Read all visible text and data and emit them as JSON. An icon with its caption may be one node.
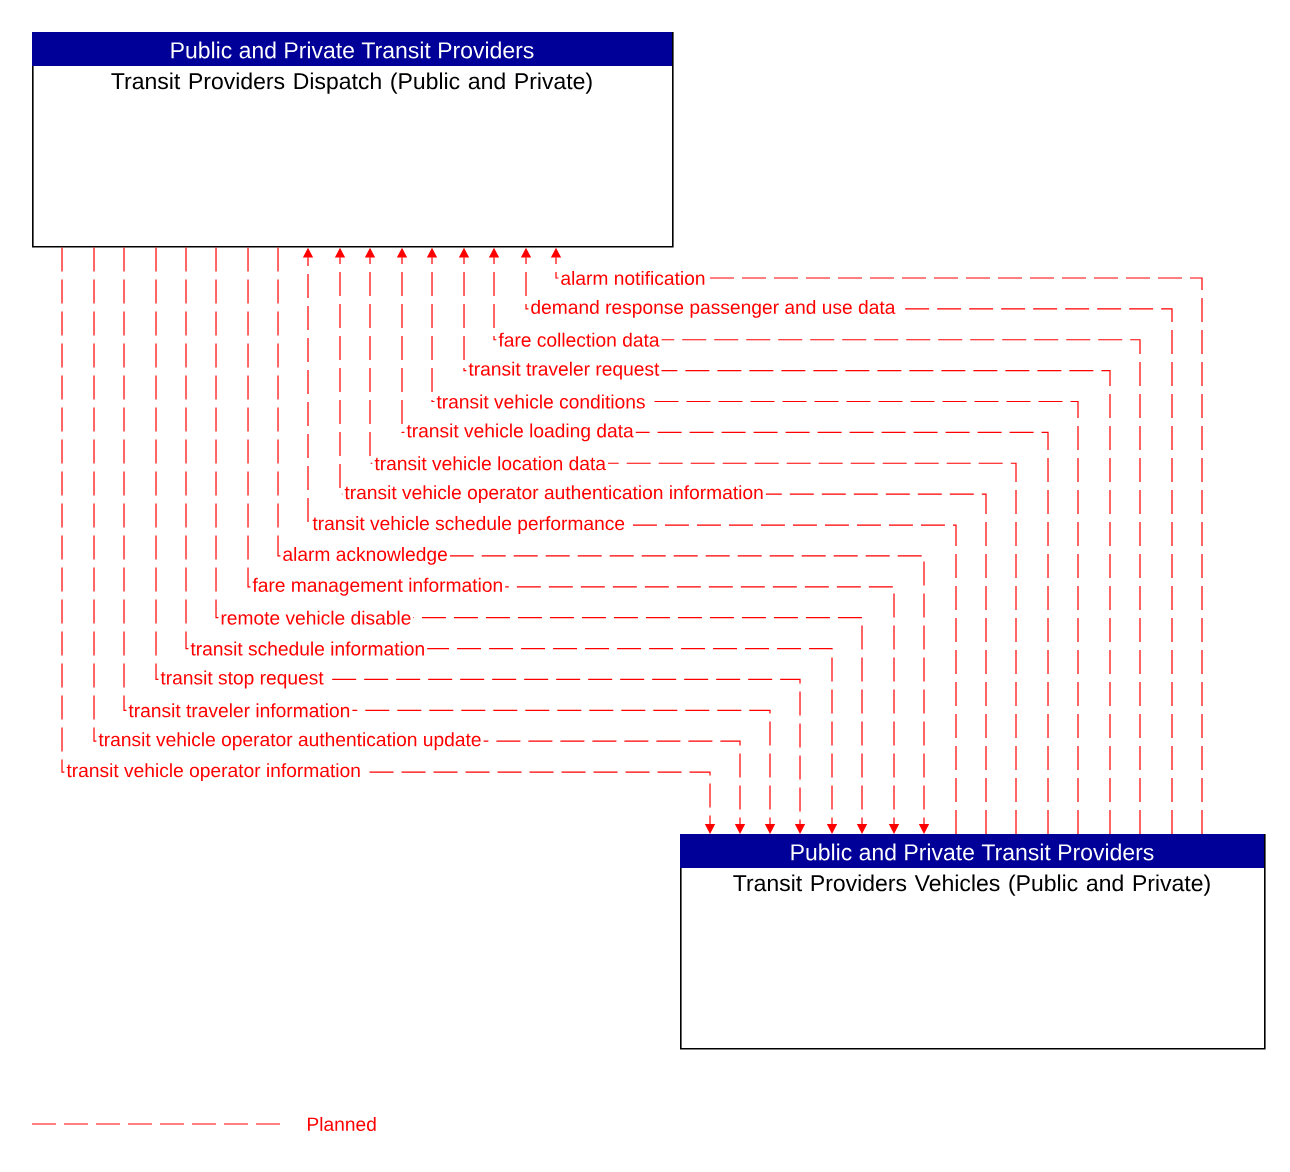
{
  "diagram": {
    "nodes": [
      {
        "text": [
          "Public and Private Transit Providers",
          "Transit Providers Dispatch (Public and Private)"
        ]
      },
      {
        "text": [
          "Public and Private Transit Providers",
          "Transit Providers Vehicles (Public and Private)"
        ]
      }
    ],
    "edges": [
      {
        "from": 1,
        "to": 0,
        "arrow": "to",
        "label": "alarm notification"
      },
      {
        "from": 1,
        "to": 0,
        "arrow": "to",
        "label": "demand response passenger and use data"
      },
      {
        "from": 1,
        "to": 0,
        "arrow": "to",
        "label": "fare collection data"
      },
      {
        "from": 1,
        "to": 0,
        "arrow": "to",
        "label": "transit traveler request"
      },
      {
        "from": 1,
        "to": 0,
        "arrow": "to",
        "label": "transit vehicle conditions"
      },
      {
        "from": 1,
        "to": 0,
        "arrow": "to",
        "label": "transit vehicle loading data"
      },
      {
        "from": 1,
        "to": 0,
        "arrow": "to",
        "label": "transit vehicle location data"
      },
      {
        "from": 1,
        "to": 0,
        "arrow": "to",
        "label": "transit vehicle operator authentication information"
      },
      {
        "from": 1,
        "to": 0,
        "arrow": "to",
        "label": "transit vehicle schedule performance"
      },
      {
        "from": 0,
        "to": 1,
        "arrow": "to",
        "label": "alarm acknowledge"
      },
      {
        "from": 0,
        "to": 1,
        "arrow": "to",
        "label": "fare management information"
      },
      {
        "from": 0,
        "to": 1,
        "arrow": "to",
        "label": "remote vehicle disable"
      },
      {
        "from": 0,
        "to": 1,
        "arrow": "to",
        "label": "transit schedule information"
      },
      {
        "from": 0,
        "to": 1,
        "arrow": "to",
        "label": "transit stop request"
      },
      {
        "from": 0,
        "to": 1,
        "arrow": "to",
        "label": "transit traveler information"
      },
      {
        "from": 0,
        "to": 1,
        "arrow": "to",
        "label": "transit vehicle operator authentication update"
      },
      {
        "from": 0,
        "to": 1,
        "arrow": "to",
        "label": "transit vehicle operator information"
      }
    ],
    "legend": [
      {
        "text": "Planned"
      }
    ]
  }
}
